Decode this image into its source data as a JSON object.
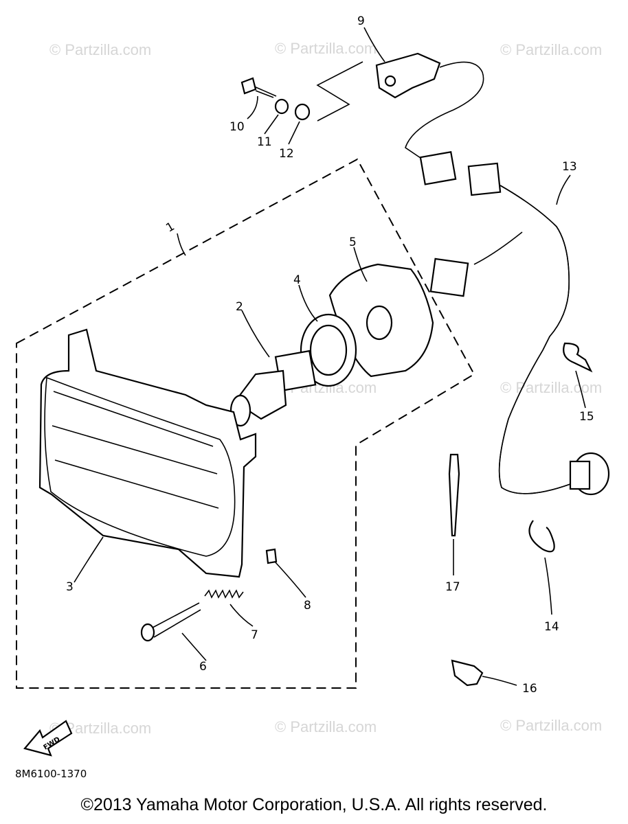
{
  "watermark": "© Partzilla.com",
  "diagram_code": "8M6100-1370",
  "fwd_label": "FWD",
  "copyright": "©2013 Yamaha Motor Corporation, U.S.A. All rights reserved.",
  "callouts": [
    {
      "id": "1",
      "label": "1"
    },
    {
      "id": "2",
      "label": "2"
    },
    {
      "id": "3",
      "label": "3"
    },
    {
      "id": "4",
      "label": "4"
    },
    {
      "id": "5",
      "label": "5"
    },
    {
      "id": "6",
      "label": "6"
    },
    {
      "id": "7",
      "label": "7"
    },
    {
      "id": "8",
      "label": "8"
    },
    {
      "id": "9",
      "label": "9"
    },
    {
      "id": "10",
      "label": "10"
    },
    {
      "id": "11",
      "label": "11"
    },
    {
      "id": "12",
      "label": "12"
    },
    {
      "id": "13",
      "label": "13"
    },
    {
      "id": "14",
      "label": "14"
    },
    {
      "id": "15",
      "label": "15"
    },
    {
      "id": "16",
      "label": "16"
    },
    {
      "id": "17",
      "label": "17"
    }
  ]
}
